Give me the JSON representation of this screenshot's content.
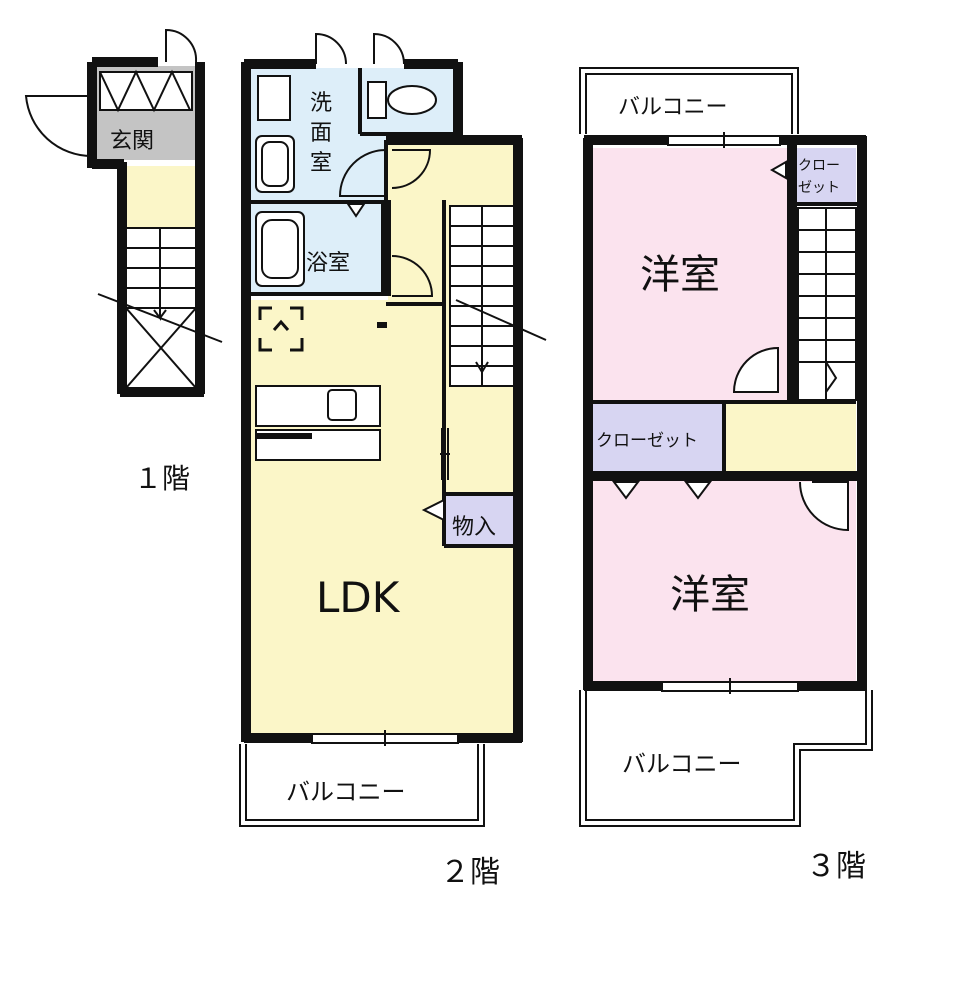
{
  "floors": {
    "f1": {
      "label": "１階"
    },
    "f2": {
      "label": "２階"
    },
    "f3": {
      "label": "３階"
    }
  },
  "rooms": {
    "entrance": "玄関",
    "washroom": "洗\n面\n室",
    "bath": "浴室",
    "ldk": "LDK",
    "storage": "物入",
    "balcony_f2": "バルコニー",
    "balcony_f3_top": "バルコニー",
    "balcony_f3_bottom": "バルコニー",
    "western_top": "洋室",
    "western_bottom": "洋室",
    "closet_small": "クロー\nゼット",
    "closet_large": "クローゼット"
  },
  "colors": {
    "entrance": "#c4c4c4",
    "wet_area": "#ddeef9",
    "ldk": "#fbf6c8",
    "western": "#fbe3ee",
    "closet": "#d7d5f2",
    "wall": "#111111"
  }
}
